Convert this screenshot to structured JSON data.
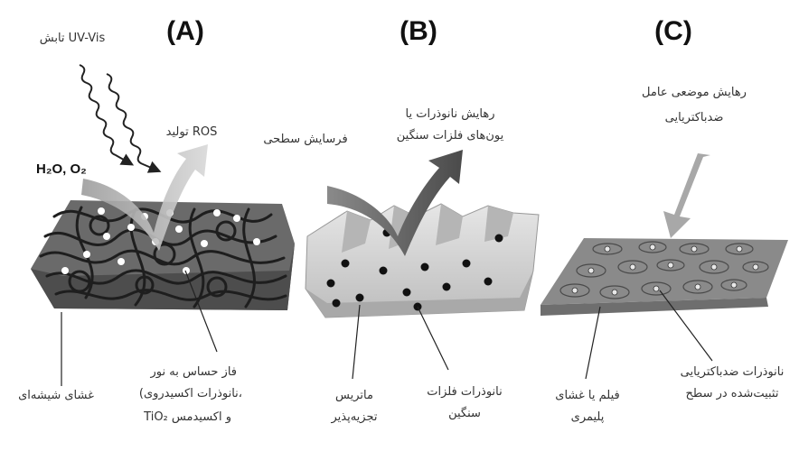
{
  "panels": {
    "a": {
      "title": "(A)",
      "uv_label": "تابش UV-Vis",
      "ros_label": "تولید ROS",
      "reactants": "H₂O, O₂",
      "glass_label": "غشای شیشه‌ای",
      "phase_line1": "فاز حساس به نور",
      "phase_line2": "(نانوذرات اکسیدروی،",
      "phase_line3": "TiO₂ و اکسیدمس"
    },
    "b": {
      "title": "(B)",
      "erosion_label": "فرسایش سطحی",
      "release_line1": "رهایش نانوذرات یا",
      "release_line2": "یون‌های فلزات سنگین",
      "matrix_line1": "ماتریس",
      "matrix_line2": "تجزیه‌پذیر",
      "np_line1": "نانوذرات فلزات",
      "np_line2": "سنگین"
    },
    "c": {
      "title": "(C)",
      "agent_line1": "رهایش موضعی عامل",
      "agent_line2": "ضدباکتریایی",
      "film_line1": "فیلم یا غشای",
      "film_line2": "پلیمری",
      "np_line1": "نانوذرات ضدباکتریایی",
      "np_line2": "تثبیت‌شده در سطح"
    }
  },
  "colors": {
    "fiber": "#2f2f2f",
    "slab_top": "#7a7a7a",
    "slab_side": "#5a5a5a",
    "matrix_light": "#d6d6d6",
    "film_top": "#8c8c8c",
    "arrow_light": "#bdbdbd",
    "arrow_dark": "#6a6a6a"
  }
}
